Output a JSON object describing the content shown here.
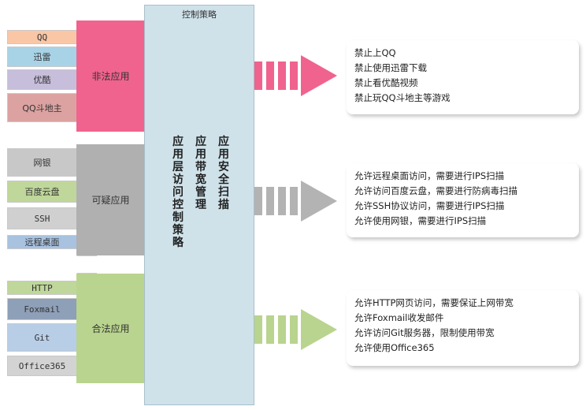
{
  "policy": {
    "title": "控制策略",
    "columns": [
      "应用层访问控制策略",
      "应用带宽管理",
      "应用安全扫描"
    ]
  },
  "groups": [
    {
      "label": "非法应用",
      "color": "#f0638e",
      "apps": [
        {
          "label": "QQ",
          "color": "#f9c7a6"
        },
        {
          "label": "迅雷",
          "color": "#a8d3e6"
        },
        {
          "label": "优酷",
          "color": "#c7bedc"
        },
        {
          "label": "QQ斗地主",
          "color": "#dba2a1"
        }
      ],
      "notes": [
        "禁止上QQ",
        "禁止使用迅雷下载",
        "禁止看优酷视频",
        "禁止玩QQ斗地主等游戏"
      ]
    },
    {
      "label": "可疑应用",
      "color": "#b0b0b0",
      "apps": [
        {
          "label": "网银",
          "color": "#c8c8c8"
        },
        {
          "label": "百度云盘",
          "color": "#bfd79a"
        },
        {
          "label": "SSH",
          "color": "#d0d0d0"
        },
        {
          "label": "远程桌面",
          "color": "#a8c2e0"
        }
      ],
      "notes": [
        "允许远程桌面访问，需要进行IPS扫描",
        "允许访问百度云盘，需要进行防病毒扫描",
        "允许SSH协议访问，需要进行IPS扫描",
        "允许使用网银，需要进行IPS扫描"
      ]
    },
    {
      "label": "合法应用",
      "color": "#b9d48e",
      "apps": [
        {
          "label": "HTTP",
          "color": "#bfd79a"
        },
        {
          "label": "Foxmail",
          "color": "#8e9fb8"
        },
        {
          "label": "Git",
          "color": "#b8cde6"
        },
        {
          "label": "Office365",
          "color": "#d3d3d3"
        }
      ],
      "notes": [
        "允许HTTP网页访问，需要保证上网带宽",
        "允许Foxmail收发邮件",
        "允许访问Git服务器，限制使用带宽",
        "允许使用Office365"
      ]
    }
  ],
  "colors": {
    "arrow_red": "#f0638e",
    "arrow_gray": "#b3b3b3",
    "arrow_green": "#b9d48e",
    "policy_bg": "#cfe2ea"
  }
}
